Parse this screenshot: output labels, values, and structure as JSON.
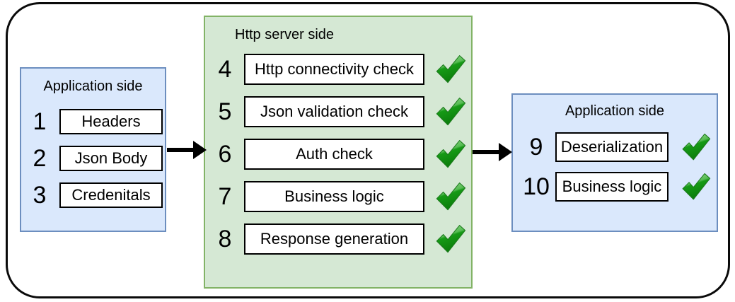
{
  "diagram": {
    "groups": [
      {
        "title": "Application side",
        "items": [
          {
            "num": "1",
            "label": "Headers",
            "check": false
          },
          {
            "num": "2",
            "label": "Json Body",
            "check": false
          },
          {
            "num": "3",
            "label": "Credenitals",
            "check": false
          }
        ]
      },
      {
        "title": "Http server side",
        "items": [
          {
            "num": "4",
            "label": "Http connectivity check",
            "check": true
          },
          {
            "num": "5",
            "label": "Json validation check",
            "check": true
          },
          {
            "num": "6",
            "label": "Auth check",
            "check": true
          },
          {
            "num": "7",
            "label": "Business logic",
            "check": true
          },
          {
            "num": "8",
            "label": "Response generation",
            "check": true
          }
        ]
      },
      {
        "title": "Application side",
        "items": [
          {
            "num": "9",
            "label": "Deserialization",
            "check": true
          },
          {
            "num": "10",
            "label": "Business logic",
            "check": true
          }
        ]
      }
    ],
    "icons": {
      "check": "check-icon",
      "arrow": "arrow-right-icon"
    },
    "colors": {
      "blue_fill": "#dae8fc",
      "blue_border": "#6c8ebf",
      "green_fill": "#d5e8d4",
      "green_border": "#82b366",
      "check_green": "#169a16",
      "arrow_black": "#000000"
    }
  }
}
